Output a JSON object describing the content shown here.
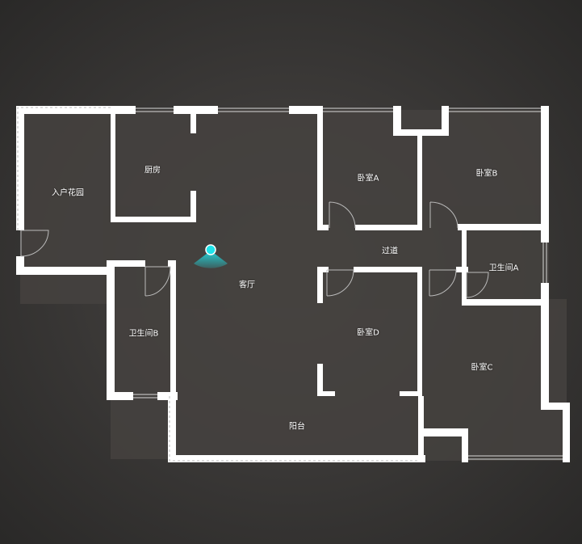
{
  "colors": {
    "wall": "#ffffff",
    "floor": "#45423f",
    "background": "#2f2e2d",
    "marker": "#1fe3ea"
  },
  "rooms": [
    {
      "id": "entry-garden",
      "label": "入户花园"
    },
    {
      "id": "kitchen",
      "label": "厨房"
    },
    {
      "id": "living-room",
      "label": "客厅"
    },
    {
      "id": "bedroom-a",
      "label": "卧室A"
    },
    {
      "id": "bedroom-b",
      "label": "卧室B"
    },
    {
      "id": "corridor",
      "label": "过道"
    },
    {
      "id": "bathroom-a",
      "label": "卫生间A"
    },
    {
      "id": "bathroom-b",
      "label": "卫生间B"
    },
    {
      "id": "bedroom-d",
      "label": "卧室D"
    },
    {
      "id": "bedroom-c",
      "label": "卧室C"
    },
    {
      "id": "balcony",
      "label": "阳台"
    }
  ],
  "viewer": {
    "icon": "position-marker-icon",
    "current_room": "living-room"
  }
}
